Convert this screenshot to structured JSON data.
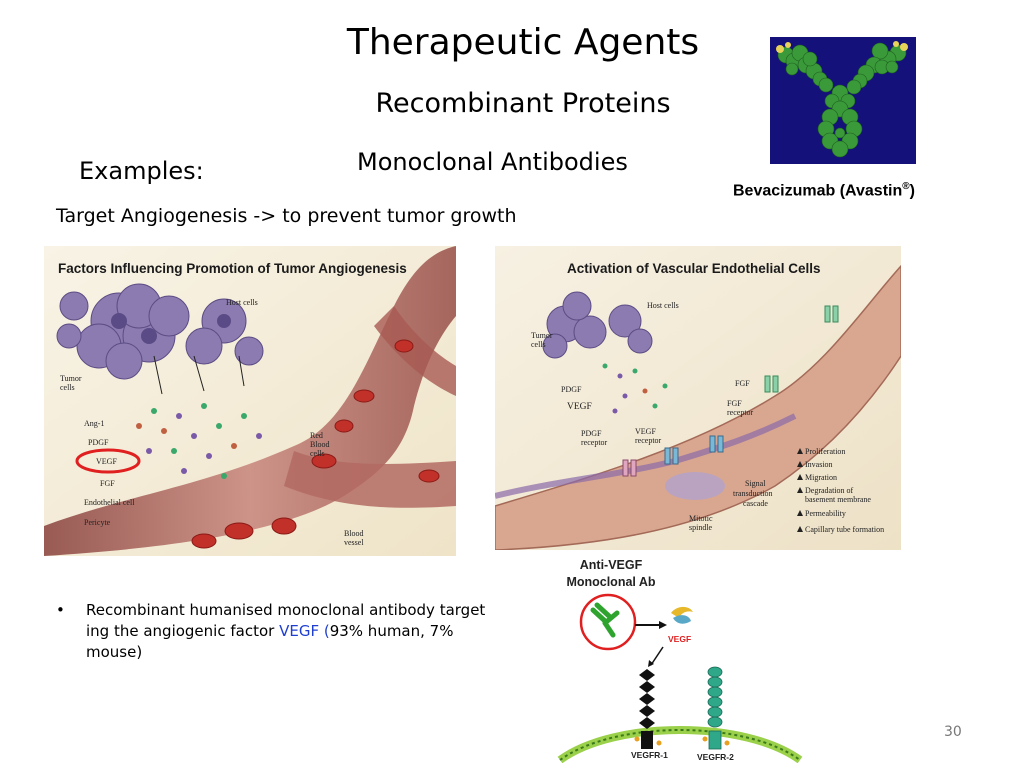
{
  "slide": {
    "title": "Therapeutic Agents",
    "subtitle": "Recombinant Proteins",
    "subheading": "Monoclonal Antibodies",
    "examples_label": "Examples:",
    "target_line": "Target Angiogenesis -> to prevent tumor growth",
    "page_number": "30"
  },
  "antibody_image": {
    "caption_text": "Bevacizumab (Avastin",
    "caption_mark": "®",
    "caption_close": ")"
  },
  "bullet": {
    "marker": "•",
    "text_before": "Recombinant humanised monoclonal antibody target ing the angiogenic factor ",
    "vegf": "VEGF",
    "paren": " (",
    "text_after": "93% human, 7% mouse)"
  },
  "figure_left": {
    "title": "Factors Influencing Promotion of Tumor Angiogenesis",
    "labels": {
      "host_cells": "Host cells",
      "tumor": "Tumor",
      "cells": "cells",
      "ang1": "Ang-1",
      "pdgf": "PDGF",
      "vegf": "VEGF",
      "fgf": "FGF",
      "endothelial": "Endothelial cell",
      "pericyte": "Pericyte",
      "red": "Red",
      "blood": "Blood",
      "rbc_cells": "cells",
      "blood2": "Blood",
      "vessel": "vessel"
    }
  },
  "figure_right": {
    "title": "Activation of Vascular Endothelial Cells",
    "labels": {
      "host_cells": "Host cells",
      "tumor": "Tumor",
      "cells": "cells",
      "pdgf": "PDGF",
      "vegf": "VEGF",
      "fgf": "FGF",
      "fgf_receptor_1": "FGF",
      "fgf_receptor_2": "receptor",
      "pdgf_receptor_1": "PDGF",
      "pdgf_receptor_2": "receptor",
      "vegf_receptor_1": "VEGF",
      "vegf_receptor_2": "receptor",
      "signal_1": "Signal",
      "signal_2": "transduction",
      "signal_3": "cascade",
      "mitotic_1": "Mitotic",
      "mitotic_2": "spindle"
    },
    "effects": [
      "Proliferation",
      "Invasion",
      "Migration",
      "Degradation of",
      "basement membrane",
      "Permeability",
      "Capillary tube formation"
    ]
  },
  "figure_antivegf": {
    "title_line1": "Anti-VEGF",
    "title_line2": "Monoclonal Ab",
    "vegf_label": "VEGF",
    "receptor1": "VEGFR-1",
    "receptor2": "VEGFR-2"
  },
  "colors": {
    "vegf_text": "#1f3fd0",
    "highlight_circle": "#e02020",
    "antibody_bg": "#14127a",
    "antibody_green": "#2f8f2f"
  }
}
